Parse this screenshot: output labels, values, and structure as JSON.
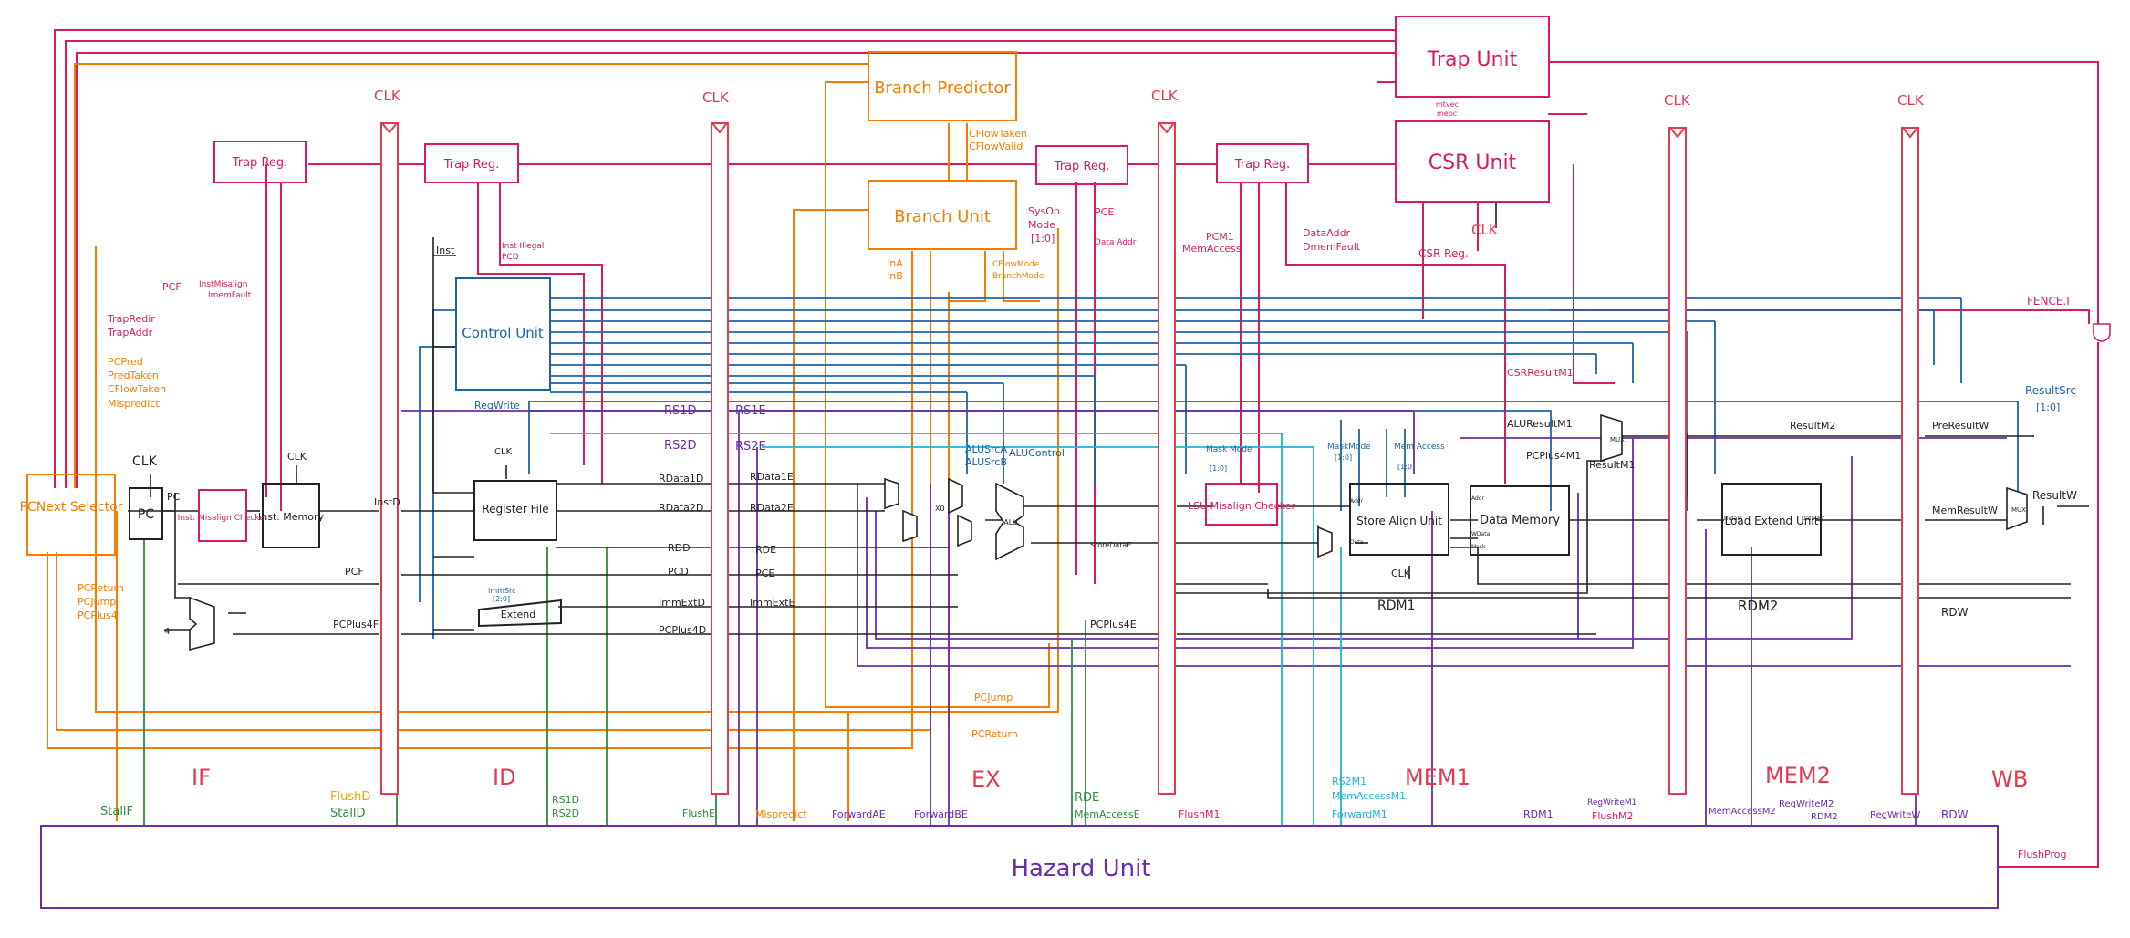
{
  "colors": {
    "pink": "#d81b60",
    "red": "#e53950",
    "orange": "#f57c00",
    "blue": "#1e63a8",
    "purple": "#6a2ca8",
    "green": "#2e8b3a",
    "cyan": "#1fb5d6",
    "black": "#222222",
    "yellow": "#e8a500"
  },
  "units": {
    "trap_unit": "Trap Unit",
    "csr_unit": "CSR Unit",
    "branch_predictor": "Branch Predictor",
    "branch_unit": "Branch Unit",
    "pcnext_selector": "PCNext Selector",
    "pc": "PC",
    "inst_misalign_checker": "Inst. Misalign Checker",
    "inst_memory": "Inst. Memory",
    "control_unit": "Control Unit",
    "register_file": "Register File",
    "extend": "Extend",
    "lsu_misalign_checker": "LSU Misalign Checker",
    "store_align_unit": "Store Align Unit",
    "data_memory": "Data Memory",
    "load_extend_unit": "Load Extend Unit",
    "hazard_unit": "Hazard Unit",
    "trap_reg": "Trap Reg.",
    "mux": "MUX"
  },
  "stages": {
    "if": "IF",
    "id": "ID",
    "ex": "EX",
    "mem1": "MEM1",
    "mem2": "MEM2",
    "wb": "WB"
  },
  "clk": "CLK",
  "signals": {
    "pcf": "PCF",
    "instmisalign": "InstMisalign",
    "imemfault": "ImemFault",
    "trapredir": "TrapRedir",
    "trapaddr": "TrapAddr",
    "pcpred": "PCPred",
    "predtaken": "PredTaken",
    "cflowtaken": "CFlowTaken",
    "mispredict": "Mispredict",
    "pcreturn": "PCReturn",
    "pcjump": "PCJump",
    "pcplus4": "PCPlus4",
    "inst": "Inst",
    "instillegal": "Inst Illegal",
    "pcd": "PCD",
    "regwrite": "RegWrite",
    "instd": "InstD",
    "pcplus4f": "PCPlus4F",
    "rs1d": "RS1D",
    "rs2d": "RS2D",
    "rdata1d": "RData1D",
    "rdata2d": "RData2D",
    "rdd": "RDD",
    "immextd": "ImmExtD",
    "pcplus4d": "PCPlus4D",
    "immsrc": "ImmSrc",
    "immsrc_width": "[2:0]",
    "rs1e": "RS1E",
    "rs2e": "RS2E",
    "rdata1e": "RData1E",
    "rdata2e": "RData2E",
    "rde": "RDE",
    "pce": "PCE",
    "immexte": "ImmExtE",
    "pcplus4e": "PCPlus4E",
    "ina": "InA",
    "inb": "InB",
    "cflowvalid": "CFlowValid",
    "cflowmode": "CFlowMode",
    "branchmode": "BranchMode",
    "sysop": "SysOp",
    "mode": "Mode",
    "sysop_width": "[1:0]",
    "dataaddr": "Data Addr",
    "alusrca": "ALUSrcA",
    "alusrcb": "ALUSrcB",
    "alucontrol": "ALUControl",
    "storedatae": "StoreDataE",
    "pcm1": "PCM1",
    "memaccess": "MemAccess",
    "dataaddr2": "DataAddr",
    "dmemfault": "DmemFault",
    "csrreg": "CSR Reg.",
    "mtvec": "mtvec",
    "mepc": "mepc",
    "maskmode_a": "Mask Mode",
    "maskmode_a_w": "[1:0]",
    "maskmode_b": "MaskMode",
    "maskmode_b_w": "[1:0]",
    "memaccess_b": "Mem Access",
    "memaccess_b_w": "[1:0]",
    "csrresultm1": "CSRResultM1",
    "aluresultm1": "ALUResultM1",
    "pcplus4m1": "PCPlus4M1",
    "resultm1": "ResultM1",
    "resultm2": "ResultM2",
    "preresultw": "PreResultW",
    "memresultw": "MemResultW",
    "resultw": "ResultW",
    "resultsrc": "ResultSrc",
    "resultsrc_w": "[1:0]",
    "fencei": "FENCE.I",
    "rdm1": "RDM1",
    "rdm2": "RDM2",
    "rdw": "RDW",
    "pcjump_e": "PCJump",
    "pcreturn_e": "PCReturn",
    "addr": "Addr",
    "data": "Data",
    "wdata": "WData",
    "mask": "Mask",
    "datain": "DataIn",
    "dataout": "DataOut",
    "x0": "X0",
    "alu": "ALU",
    "four": "4"
  },
  "hazard_signals": {
    "stallf": "StallF",
    "flushd": "FlushD",
    "stalld": "StallD",
    "rs1d": "RS1D",
    "rs2d": "RS2D",
    "flushe": "FlushE",
    "mispredict": "Mispredict",
    "forwardae": "ForwardAE",
    "forwardbe": "ForwardBE",
    "rde": "RDE",
    "memaccesse": "MemAccessE",
    "flushm1": "FlushM1",
    "rs2m1": "RS2M1",
    "memaccessm1": "MemAccessM1",
    "forwardm1": "ForwardM1",
    "rdm1": "RDM1",
    "regwritem1": "RegWriteM1",
    "flushm2": "FlushM2",
    "memaccessm2": "MemAccessM2",
    "regwritem2": "RegWriteM2",
    "rdm2": "RDM2",
    "regwritew": "RegWriteW",
    "rdw": "RDW",
    "flushprog": "FlushProg"
  }
}
